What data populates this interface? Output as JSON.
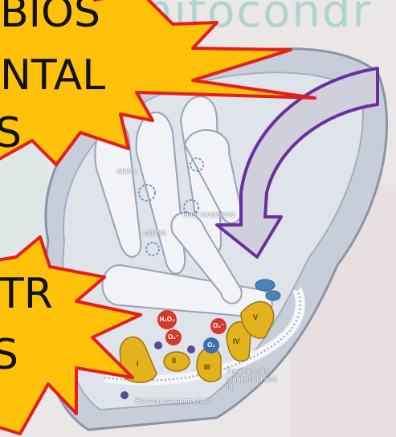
{
  "background_title": "mitocondr",
  "burst_top": {
    "lines": [
      "BIOS",
      "NTAL",
      "S"
    ]
  },
  "burst_bottom": {
    "lines": [
      "TR",
      "S"
    ]
  },
  "labels": {
    "matrix": "Matrix",
    "inner_membrane": "Inner membrane",
    "mtdna": "mtDNA",
    "etc": "Electron transport chain",
    "free_radicals": "Free radicals created in I and III"
  },
  "complexes": [
    "I",
    "II",
    "III",
    "IV",
    "V"
  ],
  "ions": {
    "h2o2": "H₂O₂",
    "o2": "O₂",
    "o2_radical": "O₂⁻"
  },
  "colors": {
    "burst_fill": "#ffc10a",
    "burst_stroke": "#e21e1e",
    "arrow_fill": "#cfd0dc",
    "arrow_stroke": "#6b2fa0",
    "complex": "#e3b21f"
  }
}
